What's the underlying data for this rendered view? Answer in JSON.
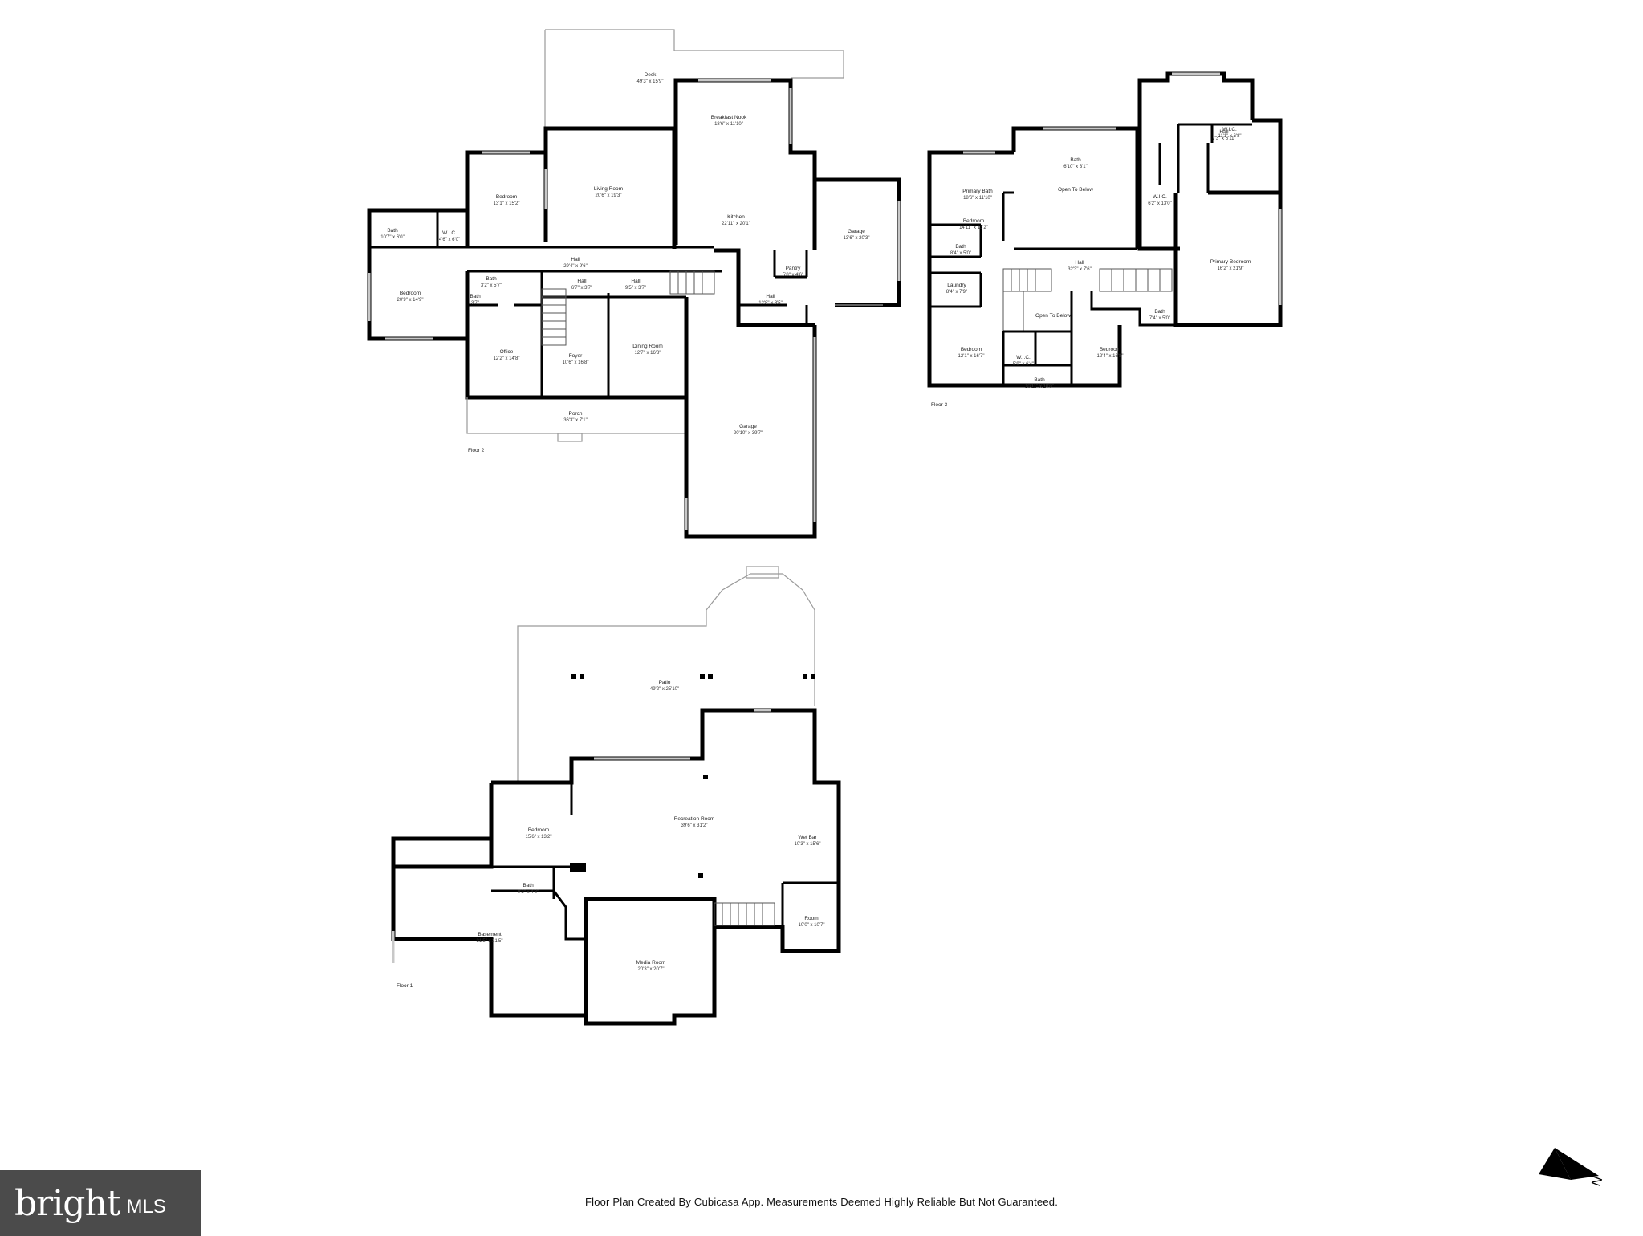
{
  "footer": {
    "note": "Floor Plan Created By Cubicasa App. Measurements Deemed Highly Reliable But Not Guaranteed."
  },
  "logo": {
    "text": "bright",
    "suffix": "MLS"
  },
  "compass": {
    "letter": "N",
    "icon": "north-arrow-icon"
  },
  "floors": {
    "floor2": {
      "label": "Floor 2",
      "rooms": [
        {
          "name": "Deck",
          "dim": "49'3\" x 15'9\""
        },
        {
          "name": "Breakfast Nook",
          "dim": "18'6\" x 11'10\""
        },
        {
          "name": "Living Room",
          "dim": "20'6\" x 19'3\""
        },
        {
          "name": "Bedroom",
          "dim": "13'1\" x 15'2\""
        },
        {
          "name": "Kitchen",
          "dim": "22'11\" x 20'1\""
        },
        {
          "name": "Garage",
          "dim": "13'6\" x 20'3\""
        },
        {
          "name": "Bath",
          "dim": "10'7\" x 6'0\""
        },
        {
          "name": "W.I.C.",
          "dim": "4'6\" x 6'0\""
        },
        {
          "name": "Hall",
          "dim": "29'4\" x 9'6\""
        },
        {
          "name": "Pantry",
          "dim": "5'8\" x 4'6\""
        },
        {
          "name": "Bedroom",
          "dim": "20'9\" x 14'9\""
        },
        {
          "name": "Bath",
          "dim": "3'2\" x 5'7\""
        },
        {
          "name": "Bath",
          "dim": "3'7\""
        },
        {
          "name": "Hall",
          "dim": "6'7\" x 3'7\""
        },
        {
          "name": "Hall",
          "dim": "9'5\" x 3'7\""
        },
        {
          "name": "Hall",
          "dim": "12'8\" x 8'5\""
        },
        {
          "name": "Office",
          "dim": "12'2\" x 14'8\""
        },
        {
          "name": "Foyer",
          "dim": "10'6\" x 16'8\""
        },
        {
          "name": "Dining Room",
          "dim": "12'7\" x 16'8\""
        },
        {
          "name": "Porch",
          "dim": "36'3\" x 7'1\""
        },
        {
          "name": "Garage",
          "dim": "20'10\" x 39'7\""
        }
      ]
    },
    "floor3": {
      "label": "Floor 3",
      "rooms": [
        {
          "name": "Primary Bath",
          "dim": "18'6\" x 11'10\""
        },
        {
          "name": "Bath",
          "dim": "6'10\" x 3'1\""
        },
        {
          "name": "Hall",
          "dim": "7'3\" x 6'11\""
        },
        {
          "name": "W.I.C.",
          "dim": "11'1\" x 6'8\""
        },
        {
          "name": "Bedroom",
          "dim": "14'11\" x 13'2\""
        },
        {
          "name": "Open To Below",
          "dim": ""
        },
        {
          "name": "W.I.C.",
          "dim": "6'2\" x 13'0\""
        },
        {
          "name": "Bath",
          "dim": "8'4\" x 5'0\""
        },
        {
          "name": "Hall",
          "dim": "32'3\" x 7'6\""
        },
        {
          "name": "Primary Bedroom",
          "dim": "16'2\" x 21'9\""
        },
        {
          "name": "Laundry",
          "dim": "8'4\" x 7'9\""
        },
        {
          "name": "Open To Below",
          "dim": ""
        },
        {
          "name": "Bath",
          "dim": "7'4\" x 5'0\""
        },
        {
          "name": "Bedroom",
          "dim": "12'1\" x 16'7\""
        },
        {
          "name": "W.I.C.",
          "dim": "5'9\" x 6'4\""
        },
        {
          "name": "Bedroom",
          "dim": "12'4\" x 16'8\""
        },
        {
          "name": "Bath",
          "dim": "10'11\" x 10'0\""
        }
      ]
    },
    "floor1": {
      "label": "Floor 1",
      "rooms": [
        {
          "name": "Patio",
          "dim": "49'2\" x 25'10\""
        },
        {
          "name": "Recreation Room",
          "dim": "39'6\" x 31'2\""
        },
        {
          "name": "Bedroom",
          "dim": "15'6\" x 13'2\""
        },
        {
          "name": "Wet Bar",
          "dim": "10'3\" x 15'6\""
        },
        {
          "name": "Bath",
          "dim": "9'3\" x 4'8\""
        },
        {
          "name": "Room",
          "dim": "10'0\" x 10'7\""
        },
        {
          "name": "Basement",
          "dim": "31'5\" x 21'5\""
        },
        {
          "name": "Media Room",
          "dim": "20'3\" x 20'7\""
        }
      ]
    }
  }
}
